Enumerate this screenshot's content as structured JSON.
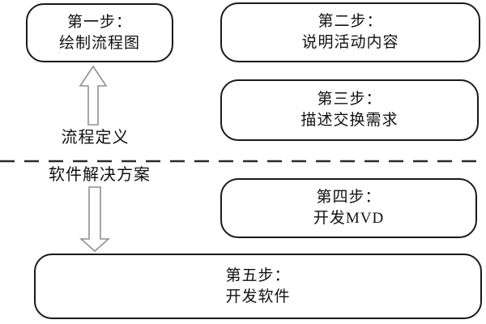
{
  "diagram": {
    "boxes": [
      {
        "id": "step1",
        "line1": "第一步：",
        "line2": "绘制流程图"
      },
      {
        "id": "step2",
        "line1": "第二步：",
        "line2": "说明活动内容"
      },
      {
        "id": "step3",
        "line1": "第三步：",
        "line2": "描述交换需求"
      },
      {
        "id": "step4",
        "line1": "第四步：",
        "line2": "开发MVD"
      },
      {
        "id": "step5",
        "line1": "第五步：",
        "line2": "开发软件"
      }
    ],
    "labels": {
      "above_divider": "流程定义",
      "below_divider": "软件解决方案"
    },
    "colors": {
      "box_border": "#1a1a1a",
      "text": "#111111",
      "arrow_stroke": "#919191",
      "divider": "#2a2a2a",
      "background": "#ffffff"
    }
  }
}
